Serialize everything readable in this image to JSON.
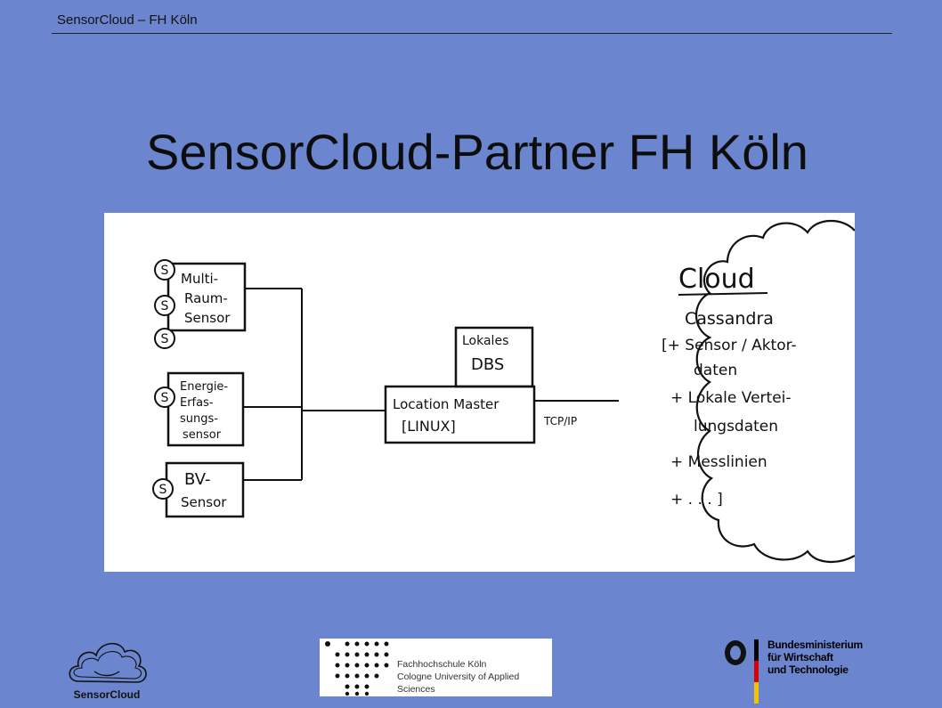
{
  "header": {
    "text": "SensorCloud  – FH Köln"
  },
  "title": "SensorCloud-Partner FH Köln",
  "diagram": {
    "sensor_mark": "S",
    "multi_sensor": [
      "Multi-",
      "Raum-",
      "Sensor"
    ],
    "energy_sensor": [
      "Energie-",
      "Erfas-",
      "sungs-",
      "sensor"
    ],
    "bv_sensor": [
      "BV-",
      "Sensor"
    ],
    "local_dbs": [
      "Lokales",
      "DBS"
    ],
    "location_master": [
      "Location Master",
      "[LINUX]"
    ],
    "protocol": "TCP/IP",
    "cloud": {
      "title": "Cloud",
      "lines": [
        "Cassandra",
        "[+ Sensor / Aktor-",
        "daten",
        "+ Lokale Vertei-",
        "lungsdaten",
        "+  Messlinien",
        "+  . . . ]"
      ]
    }
  },
  "logos": {
    "sensorcloud": "SensorCloud",
    "fh_line1": "Fachhochschule Köln",
    "fh_line2": "Cologne University of Applied Sciences",
    "bm_line1": "Bundesministerium",
    "bm_line2": "für Wirtschaft",
    "bm_line3": "und Technologie"
  }
}
